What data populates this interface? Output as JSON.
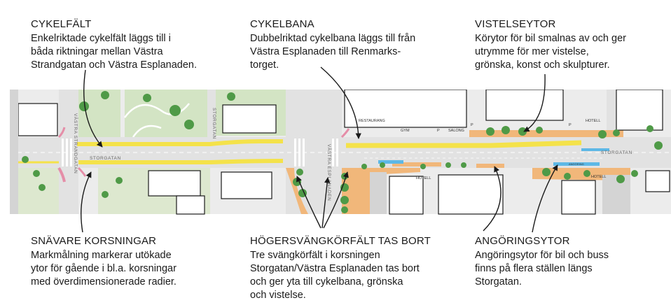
{
  "callouts": {
    "cykelfalt": {
      "title": "CYKELFÄLT",
      "body": "Enkelriktade cykelfält läggs till i\nbåda riktningar mellan Västra\nStrandgatan och Västra Esplanaden."
    },
    "cykelbana": {
      "title": "CYKELBANA",
      "body": "Dubbelriktad cykelbana läggs till från\nVästra Esplanaden till Renmarks-\ntorget."
    },
    "vistelseytor": {
      "title": "VISTELSEYTOR",
      "body": "Körytor för bil smalnas av och ger\nutrymme för mer vistelse,\ngrönska, konst och skulpturer."
    },
    "snavare": {
      "title": "SNÄVARE KORSNINGAR",
      "body": "Markmålning markerar utökade\nytor för gående i bl.a. korsningar\nmed överdimensionerade radier."
    },
    "hogersvang": {
      "title": "HÖGERSVÄNGKÖRFÄLT TAS BORT",
      "body": "Tre svängkörfält i korsningen\nStorgatan/Västra Esplanaden tas bort\noch ger yta till cykelbana, grönska\noch vistelse."
    },
    "angoring": {
      "title": "ANGÖRINGSYTOR",
      "body": "Angöringsytor för bil och buss\nfinns på flera ställen längs\nStorgatan."
    }
  },
  "map_labels": {
    "storgatan_west": "STORGATAN",
    "storgatan_east": "STORGATAN",
    "vastra_strandgatan": "VÄSTRA STRANDGATAN",
    "storgatan_side": "STORGATAN",
    "vastra_esplanaden": "VÄSTRA ESPLANADEN",
    "restaurang": "RESTAURANG",
    "gym": "GYM",
    "p1": "P",
    "salong": "SALONG",
    "p2": "P",
    "p3": "P",
    "hotell_north": "HOTELL",
    "hotell_south": "HOTELL",
    "hotell_south2": "HOTELL",
    "angoring_marker": "ANGÖRING"
  },
  "colors": {
    "bike_lane": "#f4e24a",
    "plaza": "#f1b77a",
    "tree": "#4f9a47",
    "park": "#d3e4c4",
    "building_fill": "#ffffff",
    "road": "#e6e6e6",
    "curb_pink": "#e58ea8",
    "loading_blue": "#5db8e6"
  }
}
